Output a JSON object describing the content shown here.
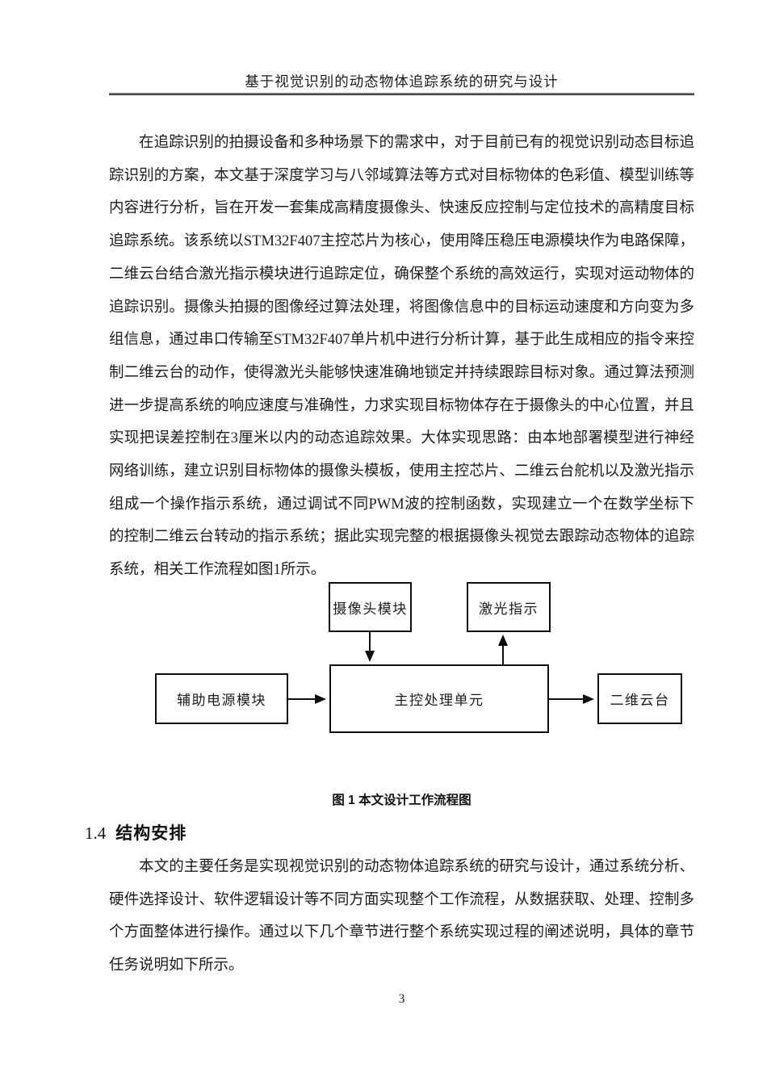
{
  "header": {
    "title": "基于视觉识别的动态物体追踪系统的研究与设计"
  },
  "paragraphs": [
    "在追踪识别的拍摄设备和多种场景下的需求中，对于目前已有的视觉识别动态目标追踪识别的方案，本文基于深度学习与八邻域算法等方式对目标物体的色彩值、模型训练等内容进行分析，旨在开发一套集成高精度摄像头、快速反应控制与定位技术的高精度目标追踪系统。该系统以STM32F407主控芯片为核心，使用降压稳压电源模块作为电路保障，二维云台结合激光指示模块进行追踪定位，确保整个系统的高效运行，实现对运动物体的追踪识别。摄像头拍摄的图像经过算法处理，将图像信息中的目标运动速度和方向变为多组信息，通过串口传输至STM32F407单片机中进行分析计算，基于此生成相应的指令来控制二维云台的动作，使得激光头能够快速准确地锁定并持续跟踪目标对象。通过算法预测进一步提高系统的响应速度与准确性，力求实现目标物体存在于摄像头的中心位置，并且实现把误差控制在3厘米以内的动态追踪效果。大体实现思路：由本地部署模型进行神经网络训练，建立识别目标物体的摄像头模板，使用主控芯片、二维云台舵机以及激光指示组成一个操作指示系统，通过调试不同PWM波的控制函数，实现建立一个在数学坐标下的控制二维云台转动的指示系统；据此实现完整的根据摄像头视觉去跟踪动态物体的追踪系统，相关工作流程如图1所示。",
    "本文的主要任务是实现视觉识别的动态物体追踪系统的研究与设计，通过系统分析、硬件选择设计、软件逻辑设计等不同方面实现整个工作流程，从数据获取、处理、控制多个方面整体进行操作。通过以下几个章节进行整个系统实现过程的阐述说明，具体的章节任务说明如下所示。"
  ],
  "diagram": {
    "nodes": {
      "camera_module": "摄像头模块",
      "laser_indicator": "激光指示",
      "aux_power_module": "辅助电源模块",
      "main_control_unit": "主控处理单元",
      "two_axis_gimbal": "二维云台"
    },
    "edges": [
      {
        "from": "camera_module",
        "to": "main_control_unit"
      },
      {
        "from": "main_control_unit",
        "to": "laser_indicator"
      },
      {
        "from": "aux_power_module",
        "to": "main_control_unit"
      },
      {
        "from": "main_control_unit",
        "to": "two_axis_gimbal"
      }
    ]
  },
  "figure": {
    "caption": "图 1  本文设计工作流程图"
  },
  "section": {
    "number": "1.4",
    "title": "结构安排"
  },
  "footer": {
    "page_number": "3"
  },
  "colors": {
    "ink": "#1c1c1c",
    "box_border": "#0d0d0d",
    "header_rule": "#3f3f3f"
  }
}
